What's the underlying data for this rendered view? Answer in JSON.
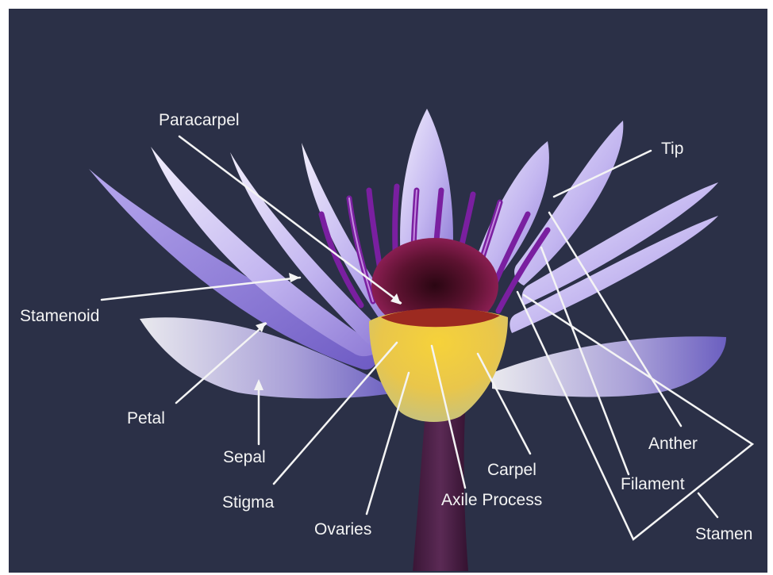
{
  "colors": {
    "frame": "#ffffff",
    "background": "#2b3047",
    "label_text": "#f4f4f4",
    "leader_line": "#f4f4f4",
    "petal_light": "#e6e2f7",
    "petal_mid": "#b6a6ec",
    "petal_dark": "#8f7bd8",
    "stamen": "#7a1fa0",
    "center": "#5a1024",
    "receptacle": "#f0c020",
    "stem": "#4a1e46"
  },
  "labels": {
    "paracarpel": "Paracarpel",
    "tip": "Tip",
    "stamenoid": "Stamenoid",
    "petal": "Petal",
    "sepal": "Sepal",
    "stigma": "Stigma",
    "ovaries": "Ovaries",
    "carpel": "Carpel",
    "axile_process": "Axile Process",
    "anther": "Anther",
    "filament": "Filament",
    "stamen": "Stamen"
  }
}
